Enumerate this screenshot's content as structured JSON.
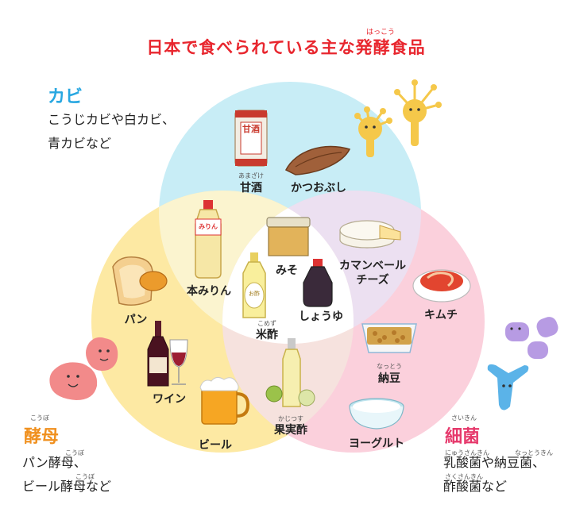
{
  "title": "日本で食べられている主な発酵食品",
  "title_ruby": "はっこう",
  "groups": {
    "mold": {
      "title": "カビ",
      "desc_line1": "こうじカビや白カビ、",
      "desc_line2": "青カビなど",
      "color": "#28a7e1"
    },
    "yeast": {
      "title": "酵母",
      "title_ruby": "こうぼ",
      "desc_line1": "パン酵母、",
      "desc_line1_ruby": "こうぼ",
      "desc_line2": "ビール酵母など",
      "desc_line2_ruby": "こうぼ",
      "color": "#f0901e"
    },
    "bacteria": {
      "title": "細菌",
      "title_ruby": "さいきん",
      "desc_line1": "乳酸菌や納豆菌、",
      "desc_line1_ruby_a": "にゅうさんきん",
      "desc_line1_ruby_b": "なっとうきん",
      "desc_line2": "酢酸菌など",
      "desc_line2_ruby": "さくさんきん",
      "color": "#e6386b"
    }
  },
  "foods": {
    "amazake": {
      "label": "甘酒",
      "ruby": "あまざけ",
      "can_text": "甘酒"
    },
    "katsuobushi": {
      "label": "かつおぶし"
    },
    "hon_mirin": {
      "label": "本みりん",
      "bottle_text": "みりん"
    },
    "miso": {
      "label": "みそ"
    },
    "camembert": {
      "label_line1": "カマンベール",
      "label_line2": "チーズ"
    },
    "shoyu": {
      "label": "しょうゆ"
    },
    "komezu": {
      "label": "米酢",
      "ruby": "こめず",
      "bottle_text": "お酢"
    },
    "pan": {
      "label": "パン"
    },
    "wine": {
      "label": "ワイン"
    },
    "beer": {
      "label": "ビール"
    },
    "kajitsusu": {
      "label": "果実酢",
      "ruby": "かじつす"
    },
    "kimchi": {
      "label": "キムチ"
    },
    "natto": {
      "label": "納豆",
      "ruby": "なっとう"
    },
    "yogurt": {
      "label": "ヨーグルト"
    }
  },
  "colors": {
    "mold_circle": "#c8edf6",
    "yeast_circle": "#fde9a3",
    "bacteria_circle": "#fbd0dc",
    "title": "#e8262e"
  }
}
